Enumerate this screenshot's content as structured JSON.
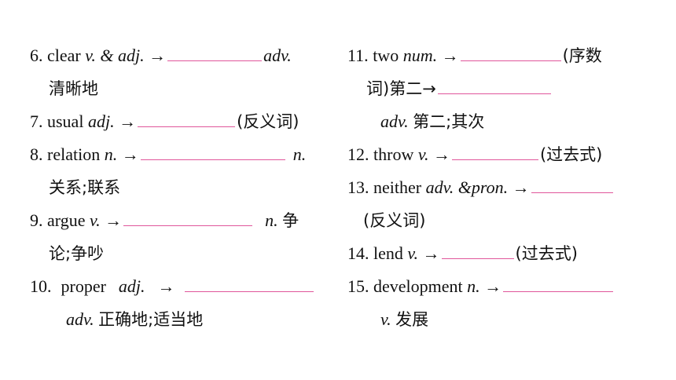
{
  "accent_color": "#e0569b",
  "items": [
    {
      "num": "6.",
      "word": "clear",
      "pos": "v. & adj.",
      "arrow": "→",
      "after_pos": "adv.",
      "meaning": "清晰地"
    },
    {
      "num": "7.",
      "word": "usual",
      "pos": "adj.",
      "arrow": "→",
      "note": "(反义词)"
    },
    {
      "num": "8.",
      "word": "relation",
      "pos": "n.",
      "arrow": "→",
      "after_pos": "n.",
      "meaning": "关系;联系"
    },
    {
      "num": "9.",
      "word": "argue",
      "pos": "v.",
      "arrow": "→",
      "after_pos": "n.",
      "meaning_part1": "争",
      "meaning_part2": "论;争吵"
    },
    {
      "num": "10.",
      "word": "proper",
      "pos": "adj.",
      "arrow": "→",
      "after_pos": "adv.",
      "meaning": "正确地;适当地"
    },
    {
      "num": "11.",
      "word": "two",
      "pos": "num.",
      "arrow": "→",
      "note_part1": "(序数",
      "note_part2": "词)第二→",
      "after_pos": "adv.",
      "meaning": "第二;其次"
    },
    {
      "num": "12.",
      "word": "throw",
      "pos": "v.",
      "arrow": "→",
      "note": "(过去式)"
    },
    {
      "num": "13.",
      "word": "neither",
      "pos": "adv. &pron.",
      "arrow": "→",
      "note": "(反义词)"
    },
    {
      "num": "14.",
      "word": "lend",
      "pos": "v.",
      "arrow": "→",
      "note": "(过去式)"
    },
    {
      "num": "15.",
      "word": "development",
      "pos": "n.",
      "arrow": "→",
      "after_pos": "v.",
      "meaning": "发展"
    }
  ]
}
